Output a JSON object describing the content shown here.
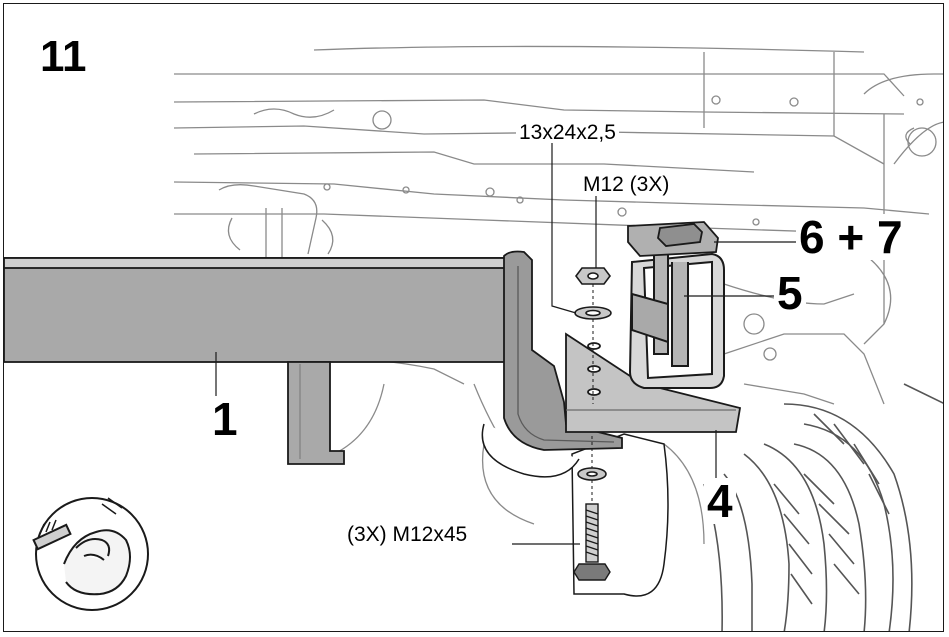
{
  "figure": {
    "step_number": "11",
    "labels": {
      "part_1": "1",
      "part_4": "4",
      "part_5": "5",
      "part_6_7": "6 + 7",
      "washer_spec": "13x24x2,5",
      "nut_spec": "M12 (3X)",
      "bolt_spec": "(3X)  M12x45"
    },
    "icons": [
      "hand-tighten-icon"
    ],
    "colors": {
      "line": "#1a1a1a",
      "background_sketch": "#8a8a8a",
      "part_fill": "#a9a9a9",
      "plate_fill": "#c4c4c4"
    }
  }
}
